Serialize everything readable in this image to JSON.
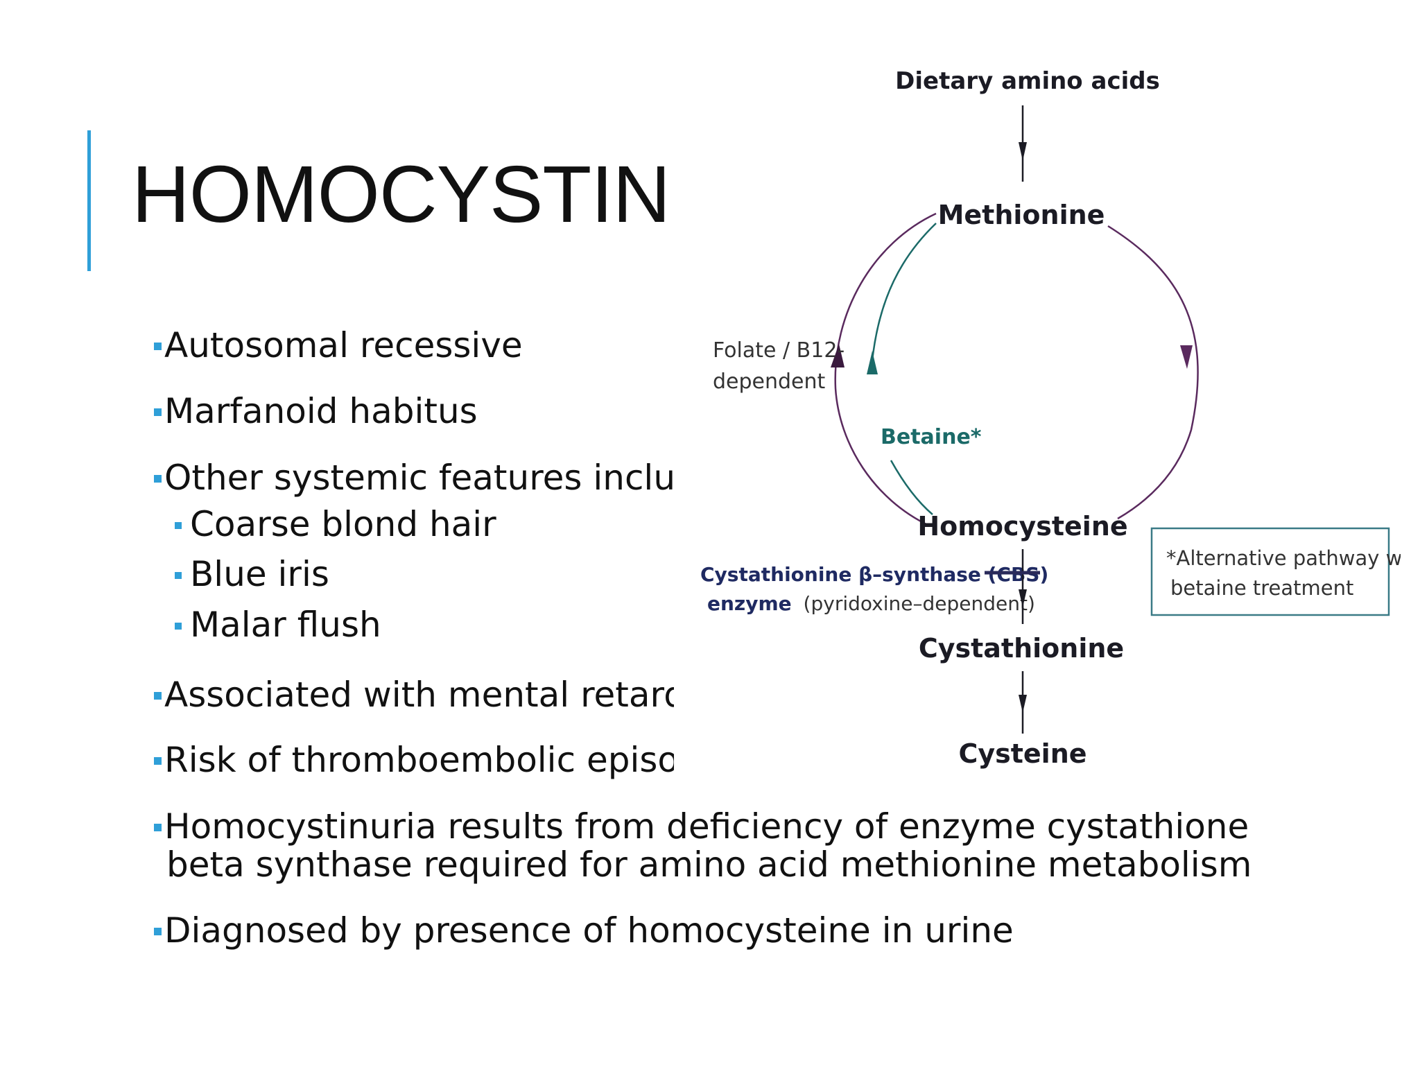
{
  "slide": {
    "title": "HOMOCYSTINURIA",
    "bullets": [
      {
        "text": "Autosomal recessive"
      },
      {
        "text": "Marfanoid habitus"
      },
      {
        "text": "Other systemic features include"
      },
      {
        "text": "Associated with mental retardation"
      },
      {
        "text": "Risk of thromboembolic episodes"
      },
      {
        "text": "Homocystinuria results from deficiency of enzyme cystathione"
      },
      {
        "text": "beta synthase required for amino acid methionine metabolism"
      },
      {
        "text": "Diagnosed by presence of homocysteine in urine"
      }
    ],
    "sub_bullets": [
      {
        "text": "Coarse blond hair"
      },
      {
        "text": "Blue iris"
      },
      {
        "text": "Malar flush"
      }
    ]
  },
  "diagram": {
    "dietary": "Dietary amino acids",
    "methionine": "Methionine",
    "folate_line1": "Folate / B12-",
    "folate_line2": "dependent",
    "betaine": "Betaine*",
    "homocysteine": "Homocysteine",
    "cbs_line1": "Cystathionine β–synthase (CBS)",
    "cbs_line2_bold": "enzyme",
    "cbs_line2_rest": "(pyridoxine–dependent)",
    "cystathionine": "Cystathionine",
    "cysteine": "Cysteine",
    "note_line1": "*Alternative pathway with",
    "note_line2": "betaine treatment"
  },
  "colors": {
    "accent": "#2f9fd8",
    "pathway_arrow": "#5a2a5e",
    "betaine_arrow": "#1b6a68",
    "note_border": "#3a7a86"
  }
}
